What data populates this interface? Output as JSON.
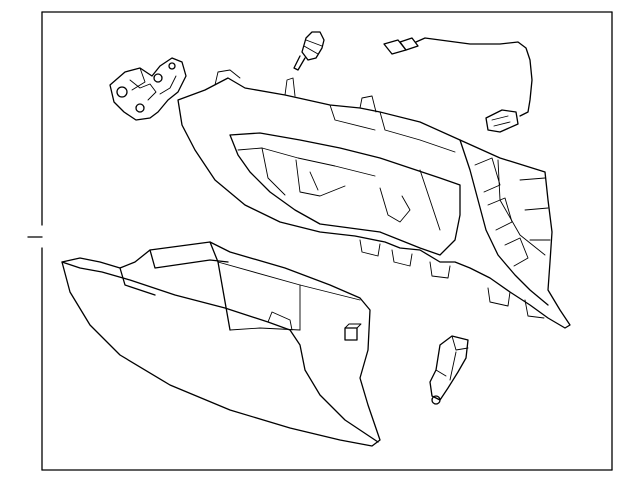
{
  "diagram": {
    "frame_color": "#000000",
    "background": "#ffffff",
    "parts": [
      {
        "name": "glove-box-housing"
      },
      {
        "name": "glove-box-door"
      },
      {
        "name": "latch-assembly"
      },
      {
        "name": "lamp-bulb"
      },
      {
        "name": "wire-harness"
      },
      {
        "name": "lamp-switch"
      }
    ]
  }
}
